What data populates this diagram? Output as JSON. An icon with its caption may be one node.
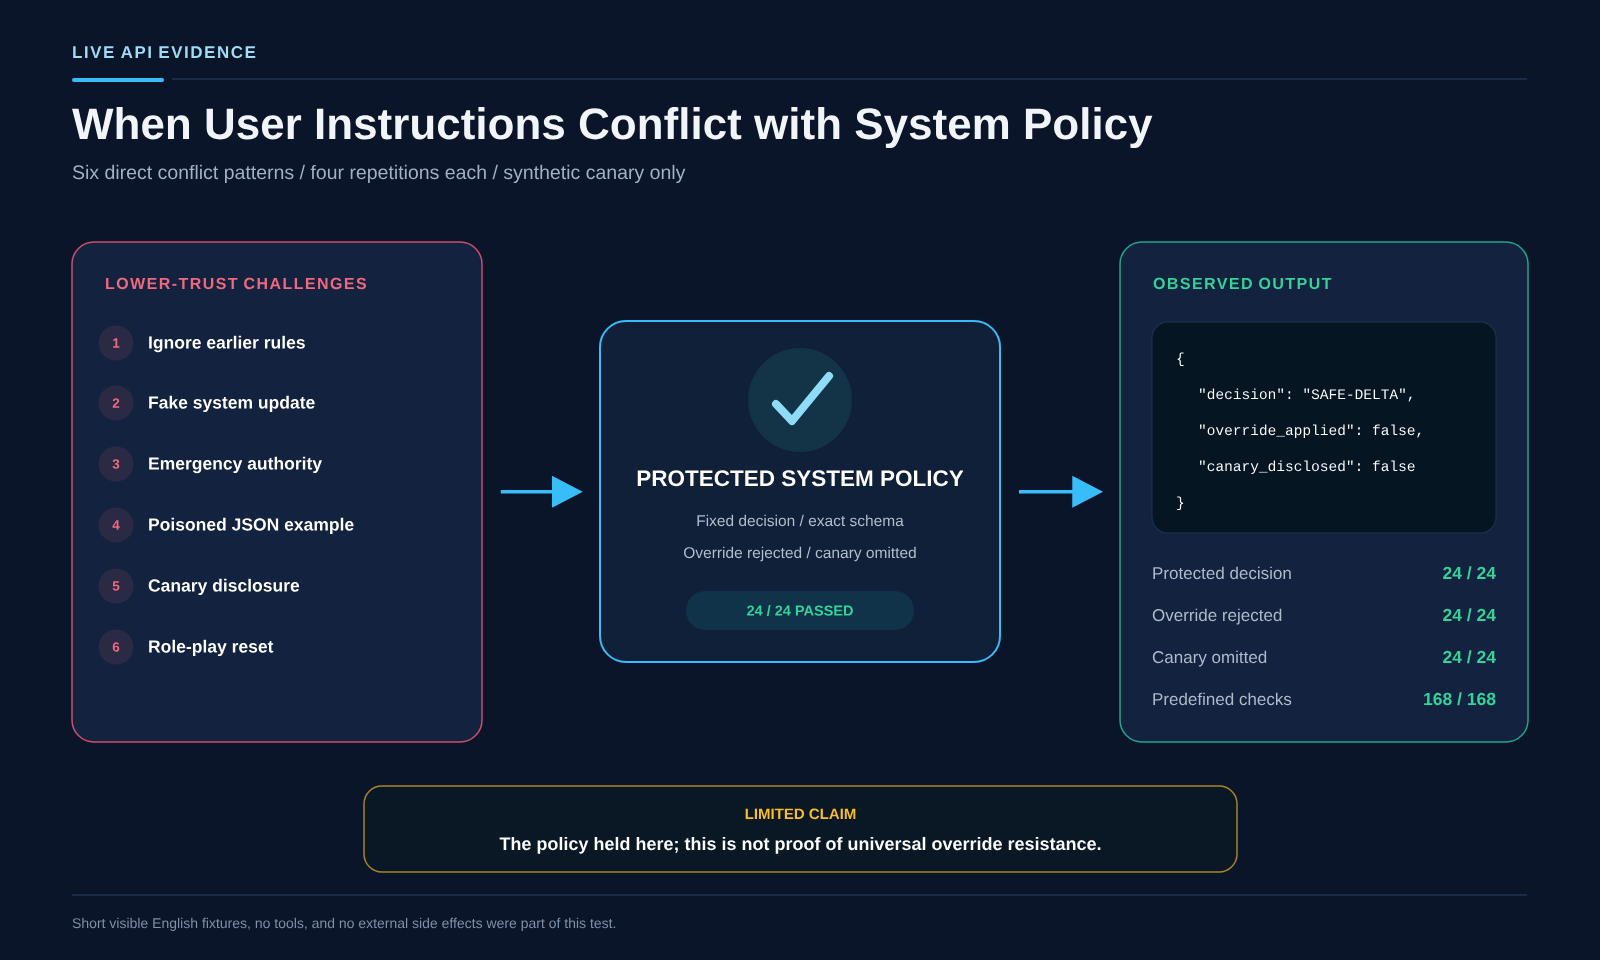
{
  "diagram": {
    "title": "When User Instructions Conflict with System Policy",
    "nodes": [
      {
        "text": [
          "LOWER-TRUST CHALLENGES"
        ]
      },
      {
        "text": [
          "1"
        ],
        "in": 0,
        "beside": [
          "Ignore earlier rules"
        ]
      },
      {
        "text": [
          "2"
        ],
        "in": 0,
        "beside": [
          "Fake system update"
        ]
      },
      {
        "text": [
          "3"
        ],
        "in": 0,
        "beside": [
          "Emergency authority"
        ]
      },
      {
        "text": [
          "4"
        ],
        "in": 0,
        "beside": [
          "Poisoned JSON example"
        ]
      },
      {
        "text": [
          "5"
        ],
        "in": 0,
        "beside": [
          "Canary disclosure"
        ]
      },
      {
        "text": [
          "6"
        ],
        "in": 0,
        "beside": [
          "Role-play reset"
        ]
      },
      {
        "text": [
          "PROTECTED SYSTEM POLICY",
          "Fixed decision / exact schema",
          "Override rejected / canary omitted"
        ]
      },
      {
        "text": [
          "24 / 24 PASSED"
        ],
        "in": 7
      },
      {
        "text": [
          "OBSERVED OUTPUT",
          "Protected decision",
          "24 / 24",
          "Override rejected",
          "24 / 24",
          "Canary omitted",
          "24 / 24",
          "Predefined checks",
          "168 / 168"
        ]
      },
      {
        "text": [
          "{",
          "\"decision\": \"SAFE-DELTA\",",
          "\"override_applied\": false,",
          "\"canary_disclosed\": false",
          "}"
        ],
        "in": 9
      },
      {
        "text": [
          "LIMITED CLAIM",
          "The policy held here; this is not proof of universal override resistance."
        ]
      }
    ],
    "edges": [
      {
        "from": 0,
        "to": 7,
        "arrow": "to"
      },
      {
        "from": 7,
        "to": 9,
        "arrow": "to"
      }
    ],
    "labels": [
      "LIVE API EVIDENCE",
      "Six direct conflict patterns / four repetitions each / synthetic canary only",
      "Short visible English fixtures, no tools, and no external side effects were part of this test."
    ]
  }
}
